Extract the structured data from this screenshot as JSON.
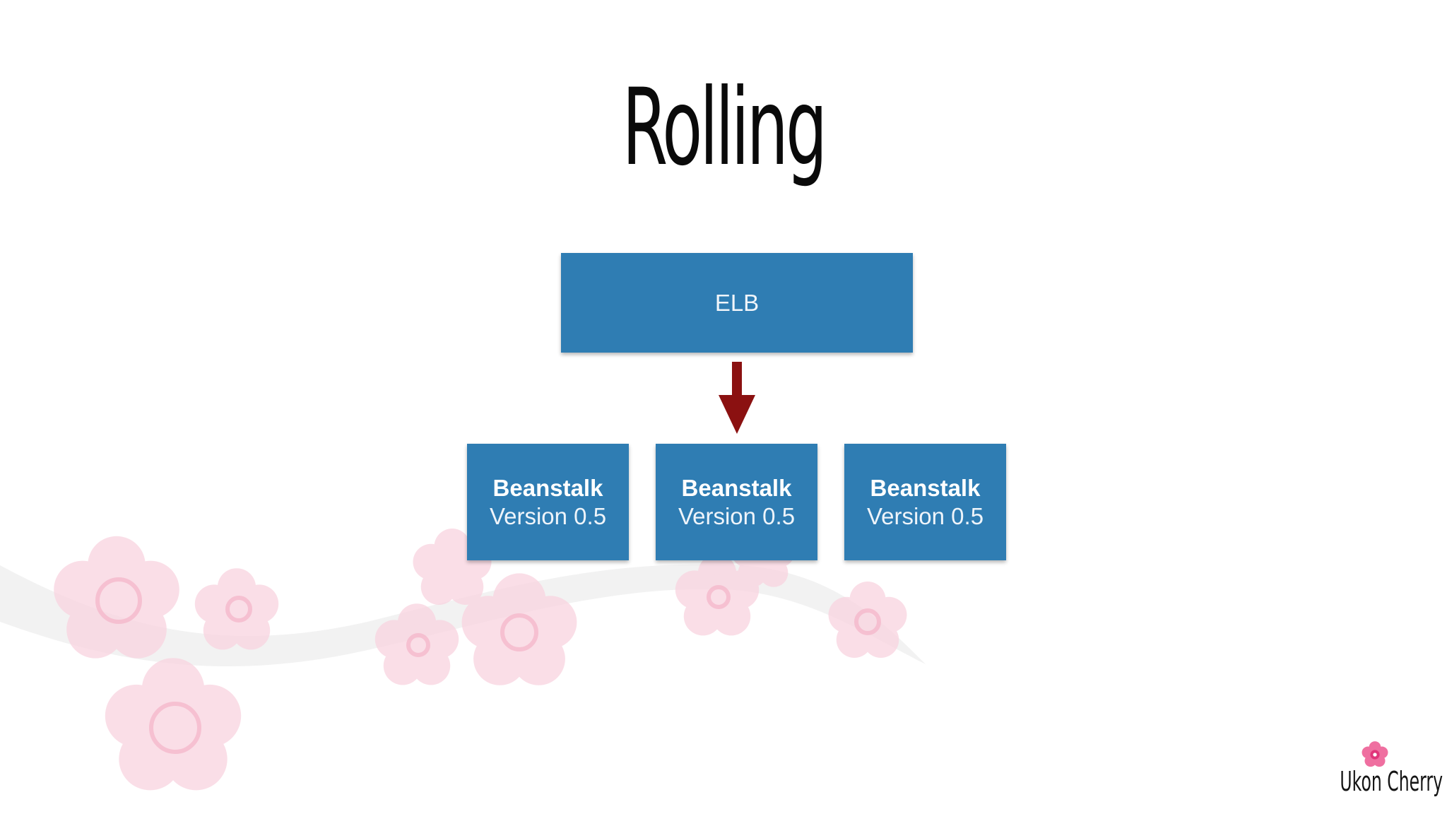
{
  "slide": {
    "title": "Rolling",
    "load_balancer": {
      "label": "ELB"
    },
    "instances": [
      {
        "name": "Beanstalk",
        "version": "Version 0.5"
      },
      {
        "name": "Beanstalk",
        "version": "Version 0.5"
      },
      {
        "name": "Beanstalk",
        "version": "Version 0.5"
      }
    ],
    "arrow_target_instance": 2,
    "logo_text": "Ukon Cherry"
  },
  "colors": {
    "box_fill": "#2f7db3",
    "arrow": "#8b1111",
    "blossom": "#f7c6d6",
    "branch": "#eeeeee",
    "background": "#ffffff"
  },
  "icons": {
    "arrow": "arrow-down-icon",
    "logo": "cherry-blossom-icon",
    "background": "cherry-blossom-branch-decoration"
  }
}
